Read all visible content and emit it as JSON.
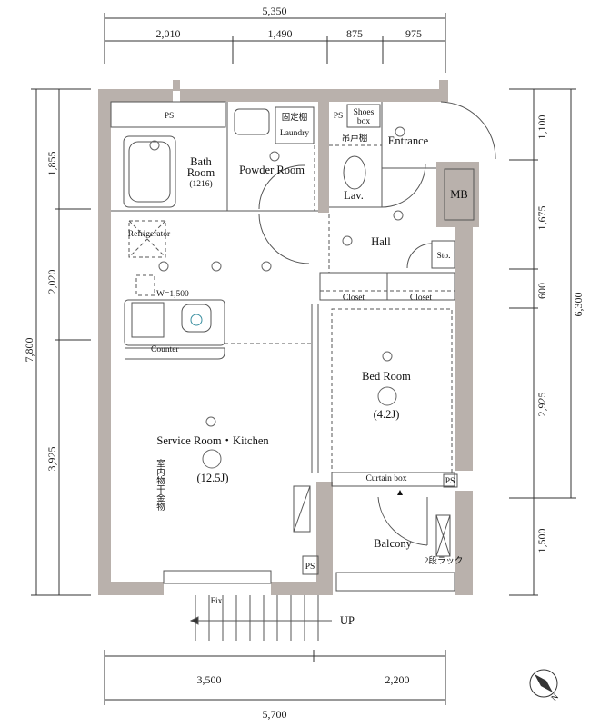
{
  "dimensions": {
    "top_total": "5,350",
    "top_parts": [
      "2,010",
      "1,490",
      "875",
      "975"
    ],
    "left_total": "7,800",
    "left_parts": [
      "1,855",
      "2,020",
      "3,925"
    ],
    "right_total": "6,300",
    "right_parts": [
      "1,100",
      "1,675",
      "600",
      "2,925",
      "1,500"
    ],
    "bottom_parts": [
      "3,500",
      "2,200"
    ],
    "bottom_total": "5,700"
  },
  "rooms": {
    "ps_top": "PS",
    "ps_lav": "PS",
    "shoes_box": [
      "Shoes",
      "box"
    ],
    "entrance": "Entrance",
    "bath": [
      "Bath",
      "Room",
      "(1216)"
    ],
    "powder": "Powder Room",
    "laundry": "Laundry",
    "fixed_shelf": "固定棚",
    "hanging_cabinet": "吊戸棚",
    "lav": "Lav.",
    "mb": "MB",
    "hall": "Hall",
    "storage": "Sto.",
    "refrigerator": "Refrigerator",
    "counter_width": "W=1,500",
    "counter": "Counter",
    "closet_1": "Closet",
    "closet_2": "Closet",
    "bedroom": "Bed Room",
    "bedroom_size": "(4.2J)",
    "service_kitchen": "Service Room・Kitchen",
    "service_kitchen_size": "(12.5J)",
    "drying_hardware": "室内物干金物",
    "curtain_box": "Curtain box",
    "balcony": "Balcony",
    "ps_balcony": "PS",
    "ps_bottom": "PS",
    "rack": "2段ラック",
    "fix": "Fix",
    "up": "UP"
  },
  "compass": "N"
}
